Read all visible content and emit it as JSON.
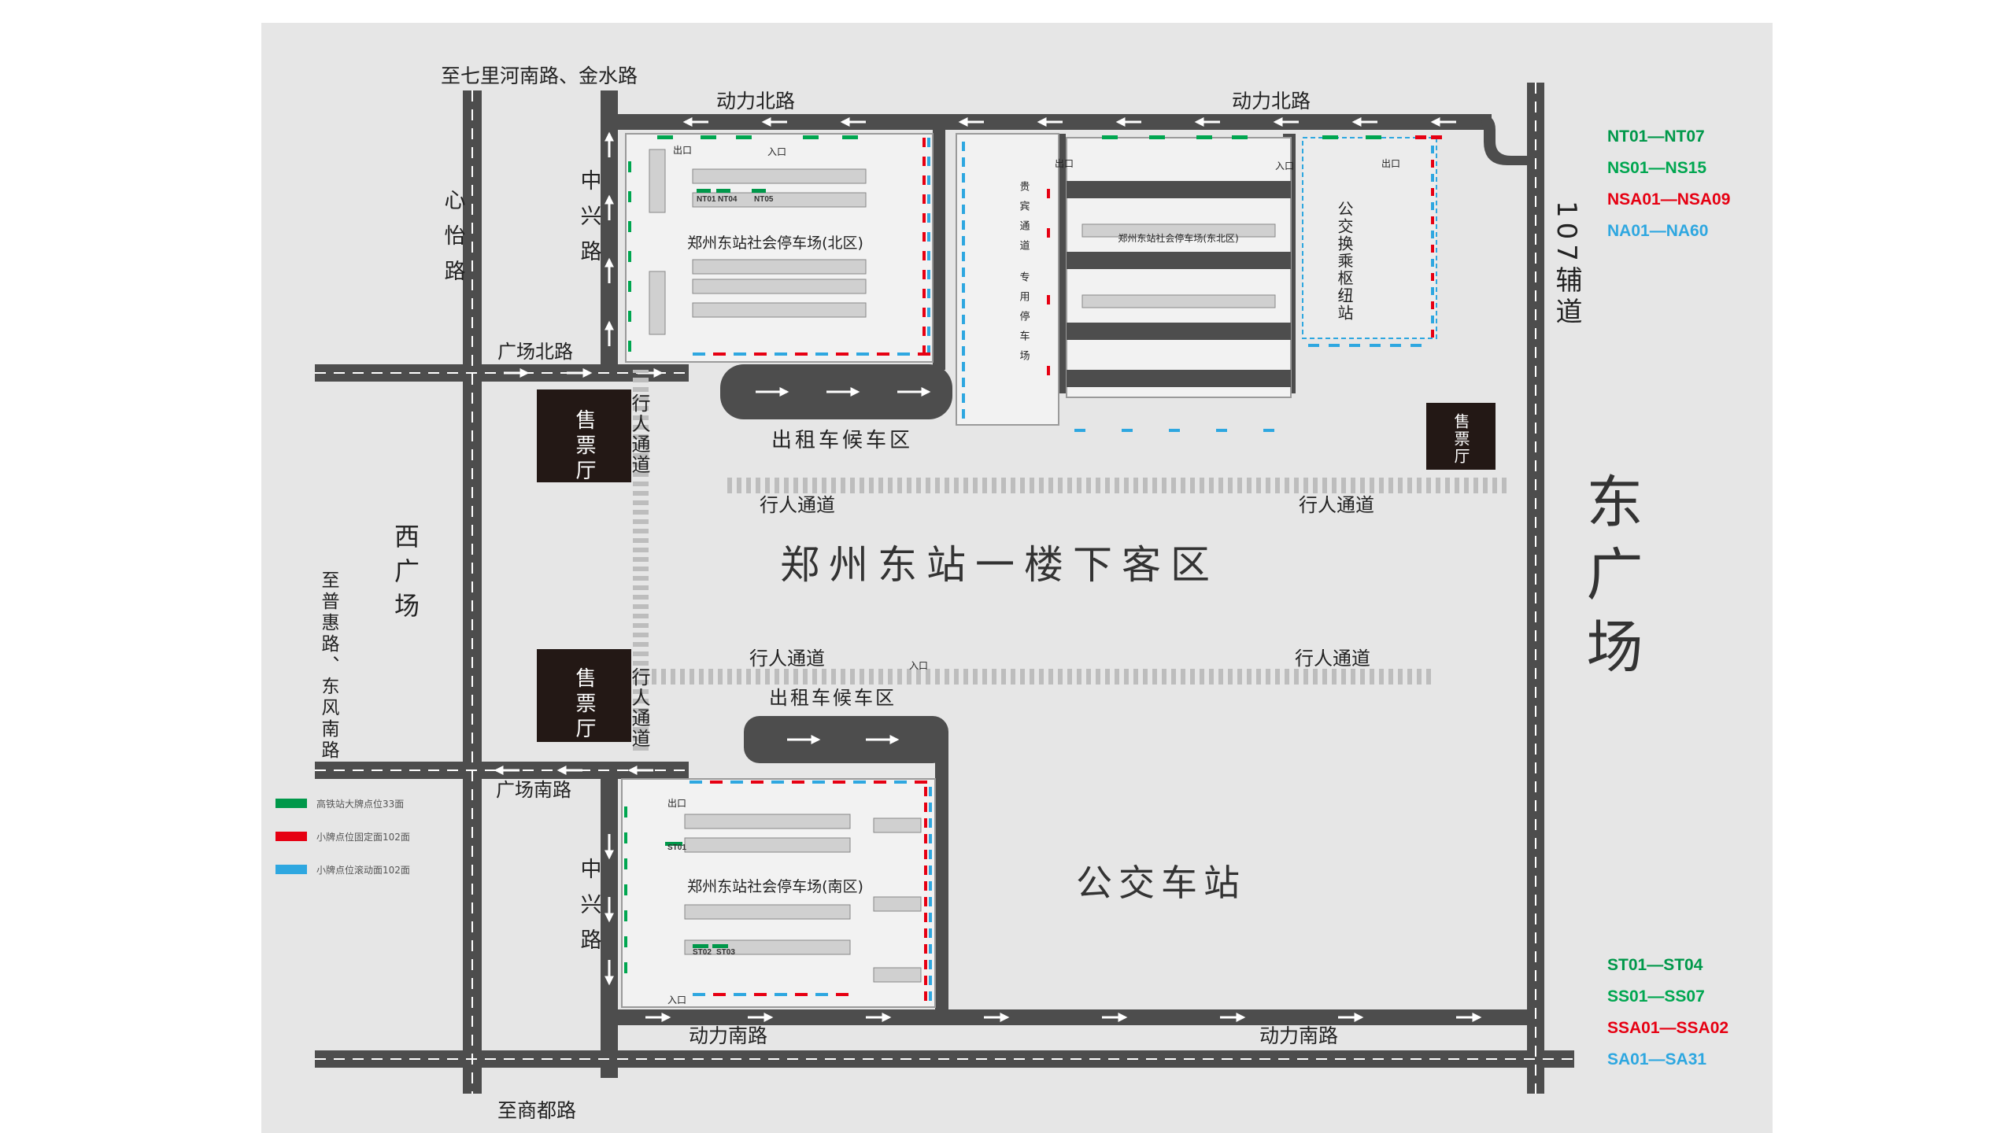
{
  "map": {
    "title": "郑州东站一楼下客区",
    "colors": {
      "background": "#e6e6e6",
      "road": "#4d4d4d",
      "ticket_hall": "#231815",
      "green": "#00984a",
      "green_light": "#00a650",
      "red": "#e60012",
      "blue": "#2ea7e0"
    },
    "labels": {
      "north_top_road": "至七里河南路、金水路",
      "dongli_north_1": "动力北路",
      "dongli_north_2": "动力北路",
      "xinyi_road": "心怡路",
      "zhongxing_north": "中兴路",
      "guangchang_north": "广场北路",
      "north_parking": "郑州东站社会停车场(北区)",
      "north_parking_sub": "郑州东站社会停车场(东北区)",
      "vip_channel": "贵宾通道",
      "dedicated_parking": "专用停车场",
      "bus_transfer": "公交换乘枢纽站",
      "ticket_hall_1": "售票厅",
      "ticket_hall_2": "售票厅",
      "ticket_hall_3": "售票厅",
      "pedestrian_vertical_1": "行人通道",
      "pedestrian_vertical_2": "行人通道",
      "taxi_north": "出租车候车区",
      "taxi_south": "出租车候车区",
      "pedestrian_1": "行人通道",
      "pedestrian_2": "行人通道",
      "pedestrian_3": "行人通道",
      "pedestrian_4": "行人通道",
      "west_square": "西广场",
      "to_puhui": "至普惠路、东风南路",
      "east_square": "东广场",
      "aux_road": "107辅道",
      "guangchang_south": "广场南路",
      "zhongxing_south": "中兴路",
      "south_parking": "郑州东站社会停车场(南区)",
      "bus_station": "公交车站",
      "dongli_south_1": "动力南路",
      "dongli_south_2": "动力南路",
      "to_shangdu": "至商都路",
      "exit": "出口",
      "entry": "入口"
    },
    "legend_north": [
      {
        "text": "NT01—NT07",
        "color": "#00984a"
      },
      {
        "text": "NS01—NS15",
        "color": "#00a650"
      },
      {
        "text": "NSA01—NSA09",
        "color": "#e60012"
      },
      {
        "text": "NA01—NA60",
        "color": "#2ea7e0"
      }
    ],
    "legend_south": [
      {
        "text": "ST01—ST04",
        "color": "#00984a"
      },
      {
        "text": "SS01—SS07",
        "color": "#00a650"
      },
      {
        "text": "SSA01—SSA02",
        "color": "#e60012"
      },
      {
        "text": "SA01—SA31",
        "color": "#2ea7e0"
      }
    ],
    "key": [
      {
        "text": "高铁站大牌点位33面",
        "color": "#00984a"
      },
      {
        "text": "小牌点位固定面102面",
        "color": "#e60012"
      },
      {
        "text": "小牌点位滚动面102面",
        "color": "#2ea7e0"
      }
    ],
    "slot_labels": {
      "nt01": "NT01",
      "nt04": "NT04",
      "nt05": "NT05",
      "st01": "ST01",
      "st02": "ST02",
      "st03": "ST03"
    }
  }
}
